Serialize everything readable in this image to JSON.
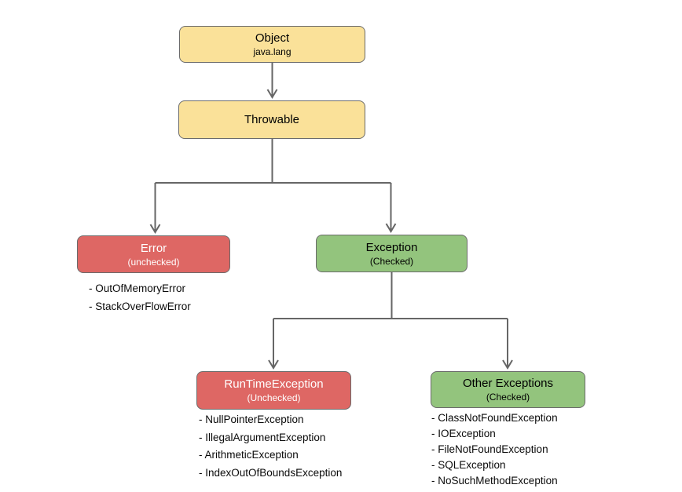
{
  "colors": {
    "canvas": "#ffffff",
    "node-yellow": "#fae199",
    "node-red": "#de6764",
    "node-green": "#93c47d",
    "node-border": "#6b6b6b",
    "line": "#666666",
    "text-dark": "#000000",
    "text-light": "#ffffff"
  },
  "nodes": {
    "object": {
      "label": "Object",
      "sublabel": "java.lang"
    },
    "throwable": {
      "label": "Throwable"
    },
    "error": {
      "label": "Error",
      "sublabel": "(unchecked)"
    },
    "exception": {
      "label": "Exception",
      "sublabel": "(Checked)"
    },
    "runtime": {
      "label": "RunTimeException",
      "sublabel": "(Unchecked)"
    },
    "other": {
      "label": "Other Exceptions",
      "sublabel": "(Checked)"
    }
  },
  "lists": {
    "error_subtypes": [
      "- OutOfMemoryError",
      "- StackOverFlowError"
    ],
    "runtime_subtypes": [
      "- NullPointerException",
      "- IllegalArgumentException",
      "- ArithmeticException",
      "- IndexOutOfBoundsException"
    ],
    "other_subtypes": [
      "- ClassNotFoundException",
      "- IOException",
      "- FileNotFoundException",
      "- SQLException",
      "- NoSuchMethodException"
    ]
  }
}
